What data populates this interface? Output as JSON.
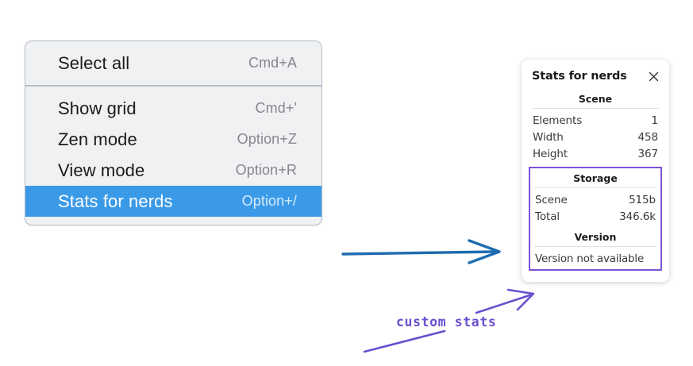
{
  "menu": {
    "sections": [
      {
        "items": [
          {
            "label": "Select all",
            "shortcut": "Cmd+A",
            "selected": false
          }
        ]
      },
      {
        "items": [
          {
            "label": "Show grid",
            "shortcut": "Cmd+'",
            "selected": false
          },
          {
            "label": "Zen mode",
            "shortcut": "Option+Z",
            "selected": false
          },
          {
            "label": "View mode",
            "shortcut": "Option+R",
            "selected": false
          },
          {
            "label": "Stats for nerds",
            "shortcut": "Option+/",
            "selected": true
          }
        ]
      }
    ],
    "highlight_color": "#3b9ae8"
  },
  "stats_panel": {
    "title": "Stats for nerds",
    "close_icon": "close-icon",
    "scene": {
      "heading": "Scene",
      "rows": [
        {
          "key": "Elements",
          "value": "1"
        },
        {
          "key": "Width",
          "value": "458"
        },
        {
          "key": "Height",
          "value": "367"
        }
      ]
    },
    "storage": {
      "heading": "Storage",
      "rows": [
        {
          "key": "Scene",
          "value": "515b"
        },
        {
          "key": "Total",
          "value": "346.6k"
        }
      ]
    },
    "version": {
      "heading": "Version",
      "note": "Version not available"
    },
    "custom_box_color": "#7b52d6"
  },
  "annotations": {
    "custom_stats_label": "custom stats",
    "blue_arrow_color": "#1f6cb0",
    "purple_color": "#6b4fd1"
  }
}
